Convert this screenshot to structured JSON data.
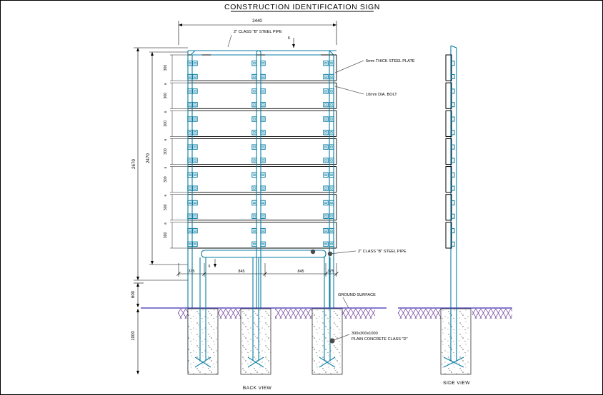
{
  "sheet": {
    "title": "CONSTRUCTION  IDENTIFICATION  SIGN",
    "border_color": "#000000",
    "background": "#ffffff"
  },
  "colors": {
    "steel": "#0a7ea4",
    "line": "#000000",
    "ground_line": "#3b2fb0",
    "hatch": "#7a4fa0",
    "concrete_speck": "#555555",
    "dim": "#404040"
  },
  "views": [
    {
      "id": "back-view",
      "label": "BACK  VIEW"
    },
    {
      "id": "side-view",
      "label": "SIDE  VIEW"
    }
  ],
  "annotations": [
    {
      "id": "top-pipe",
      "text": "2\" CLASS \"B\" STEEL PIPE"
    },
    {
      "id": "steel-plate",
      "text": "5mm THICK STEEL PLATE"
    },
    {
      "id": "bolt",
      "text": "10mm DIA. BOLT"
    },
    {
      "id": "bottom-pipe",
      "text": "2\" CLASS \"B\" STEEL PIPE"
    },
    {
      "id": "ground-surface",
      "text": "GROUND SURFACE"
    },
    {
      "id": "footing-size",
      "text": "300x300x1000"
    },
    {
      "id": "footing-spec",
      "text": "PLAIN CONCRETE CLASS \"D\""
    }
  ],
  "dimensions": {
    "overall_width": "2440",
    "overall_height": "2670",
    "panel_stack_height": "2470",
    "above_ground": "600",
    "embedment": "1000",
    "top_offset": "6",
    "panel_gap": "6",
    "horizontal": [
      "375",
      "845",
      "845",
      "375"
    ],
    "vertical_stack": [
      "300",
      "6",
      "300",
      "6",
      "300",
      "6",
      "300",
      "6",
      "300",
      "6",
      "300",
      "6",
      "300"
    ]
  },
  "structure": {
    "panel_rows": 7,
    "posts": 3,
    "footings": 3,
    "bolt_columns": 6
  }
}
